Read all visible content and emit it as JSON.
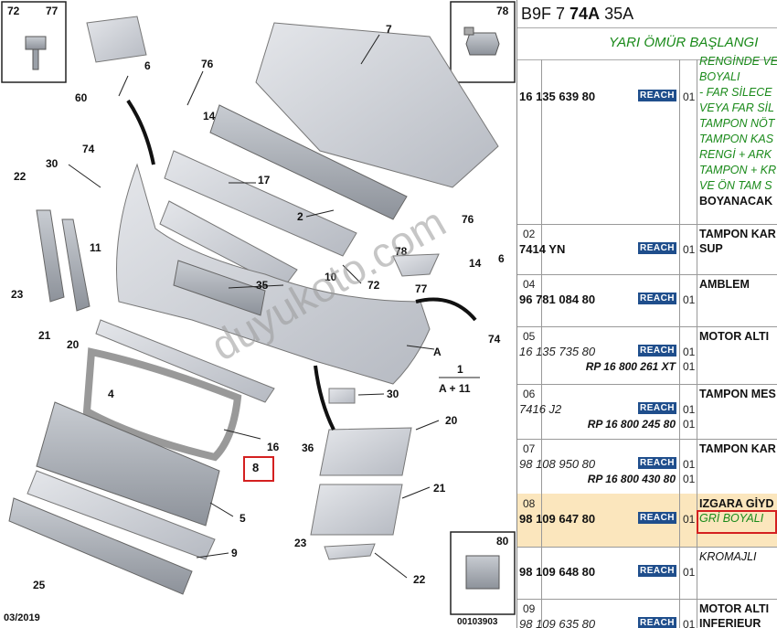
{
  "header": {
    "code_a": "B9F 7",
    "code_b": "74A",
    "code_c": "35A",
    "subtitle": "YARI ÖMÜR BAŞLANGI"
  },
  "reach_label": "REACH",
  "rows": [
    {
      "idx": "",
      "pn": "16 135 639 80",
      "pn_style": "b",
      "qty": "01",
      "desc_lines": [
        "RENGİNDE VE",
        "BOYALI",
        "- FAR SİLECE",
        "VEYA FAR SİL",
        "TAMPON NÖT",
        "TAMPON KAS",
        "RENGİ + ARK",
        "TAMPON + KR",
        "VE ÖN TAM S",
        "BOYANACAK"
      ]
    },
    {
      "idx": "02",
      "pn": "7414 YN",
      "pn_style": "b",
      "qty": "01",
      "desc_lines": [
        "TAMPON KAR",
        "SUP"
      ]
    },
    {
      "idx": "04",
      "pn": "96 781 084 80",
      "pn_style": "b",
      "qty": "01",
      "desc_lines": [
        "AMBLEM"
      ]
    },
    {
      "idx": "05",
      "pn": "16 135 735 80",
      "pn_style": "i",
      "qty": "01",
      "rp": "RP 16 800 261 XT",
      "qty2": "01",
      "desc_lines": [
        "MOTOR ALTI"
      ]
    },
    {
      "idx": "06",
      "pn": "7416 J2",
      "pn_style": "i",
      "qty": "01",
      "rp": "RP 16 800 245 80",
      "qty2": "01",
      "desc_lines": [
        "TAMPON MES"
      ]
    },
    {
      "idx": "07",
      "pn": "98 108 950 80",
      "pn_style": "i",
      "qty": "01",
      "rp": "RP 16 800 430 80",
      "qty2": "01",
      "desc_lines": [
        "TAMPON KAR"
      ]
    },
    {
      "idx": "08",
      "pn": "98 109 647 80",
      "pn_style": "b",
      "qty": "01",
      "desc_lines": [
        "IZGARA GİYD",
        "GRİ BOYALI"
      ],
      "highlight": true
    },
    {
      "idx": "",
      "pn": "98 109 648 80",
      "pn_style": "b",
      "qty": "01",
      "desc_lines": [
        "KROMAJLI"
      ]
    },
    {
      "idx": "09",
      "pn": "98 109 635 80",
      "pn_style": "i",
      "qty": "01",
      "desc_lines": [
        "MOTOR ALTI",
        "INFERIEUR"
      ]
    }
  ],
  "diagram": {
    "corner_tl_a": "72",
    "corner_tl_b": "77",
    "corner_tr": "78",
    "corner_br": "80",
    "date": "03/2019",
    "ref": "00103903",
    "legend_num": "1",
    "legend_expr": "A + 11",
    "watermark": "duyukoto.com",
    "labels": [
      "60",
      "6",
      "76",
      "14",
      "74",
      "7",
      "30",
      "22",
      "17",
      "2",
      "76",
      "6",
      "14",
      "23",
      "11",
      "21",
      "20",
      "35",
      "10",
      "72",
      "78",
      "77",
      "74",
      "A",
      "30",
      "4",
      "16",
      "36",
      "8",
      "20",
      "5",
      "21",
      "23",
      "9",
      "25",
      "22"
    ]
  }
}
